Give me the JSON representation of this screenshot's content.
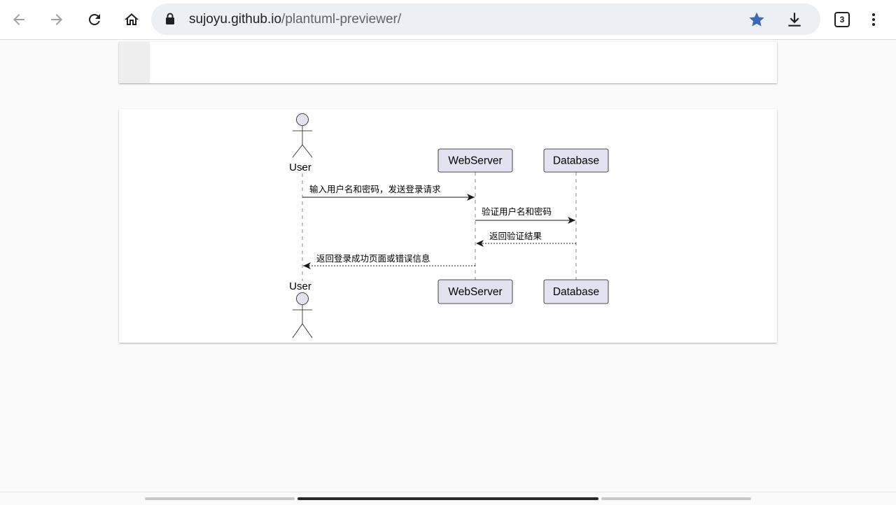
{
  "browser": {
    "url_host": "sujoyu.github.io",
    "url_path": "/plantuml-previewer/",
    "tab_count": "3"
  },
  "diagram": {
    "participants": {
      "user": "User",
      "webserver": "WebServer",
      "database": "Database"
    },
    "messages": [
      "输入用户名和密码，发送登录请求",
      "验证用户名和密码",
      "返回验证结果",
      "返回登录成功页面或错误信息"
    ]
  },
  "colors": {
    "participant_fill": "#e2e2f0",
    "participant_stroke": "#181818",
    "star": "#3b6ab3"
  }
}
